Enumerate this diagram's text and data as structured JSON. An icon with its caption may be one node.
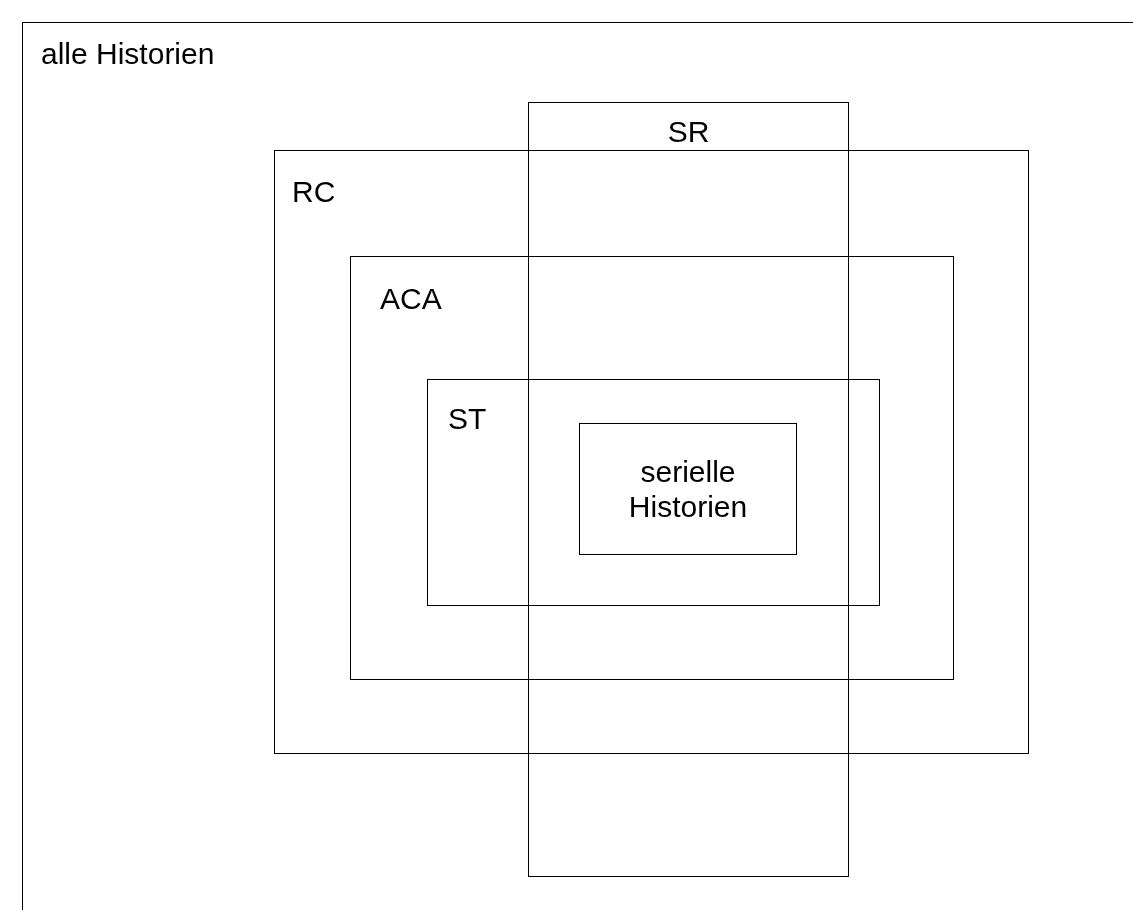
{
  "diagram": {
    "nodes": [
      {
        "text": [
          "alle Historien"
        ]
      },
      {
        "text": [
          "SR"
        ],
        "in": 0
      },
      {
        "text": [
          "RC"
        ],
        "in": 0
      },
      {
        "text": [
          "ACA"
        ],
        "in": 2
      },
      {
        "text": [
          "ST"
        ],
        "in": 3
      },
      {
        "text": [
          "serielle Historien"
        ]
      }
    ],
    "edges": []
  }
}
